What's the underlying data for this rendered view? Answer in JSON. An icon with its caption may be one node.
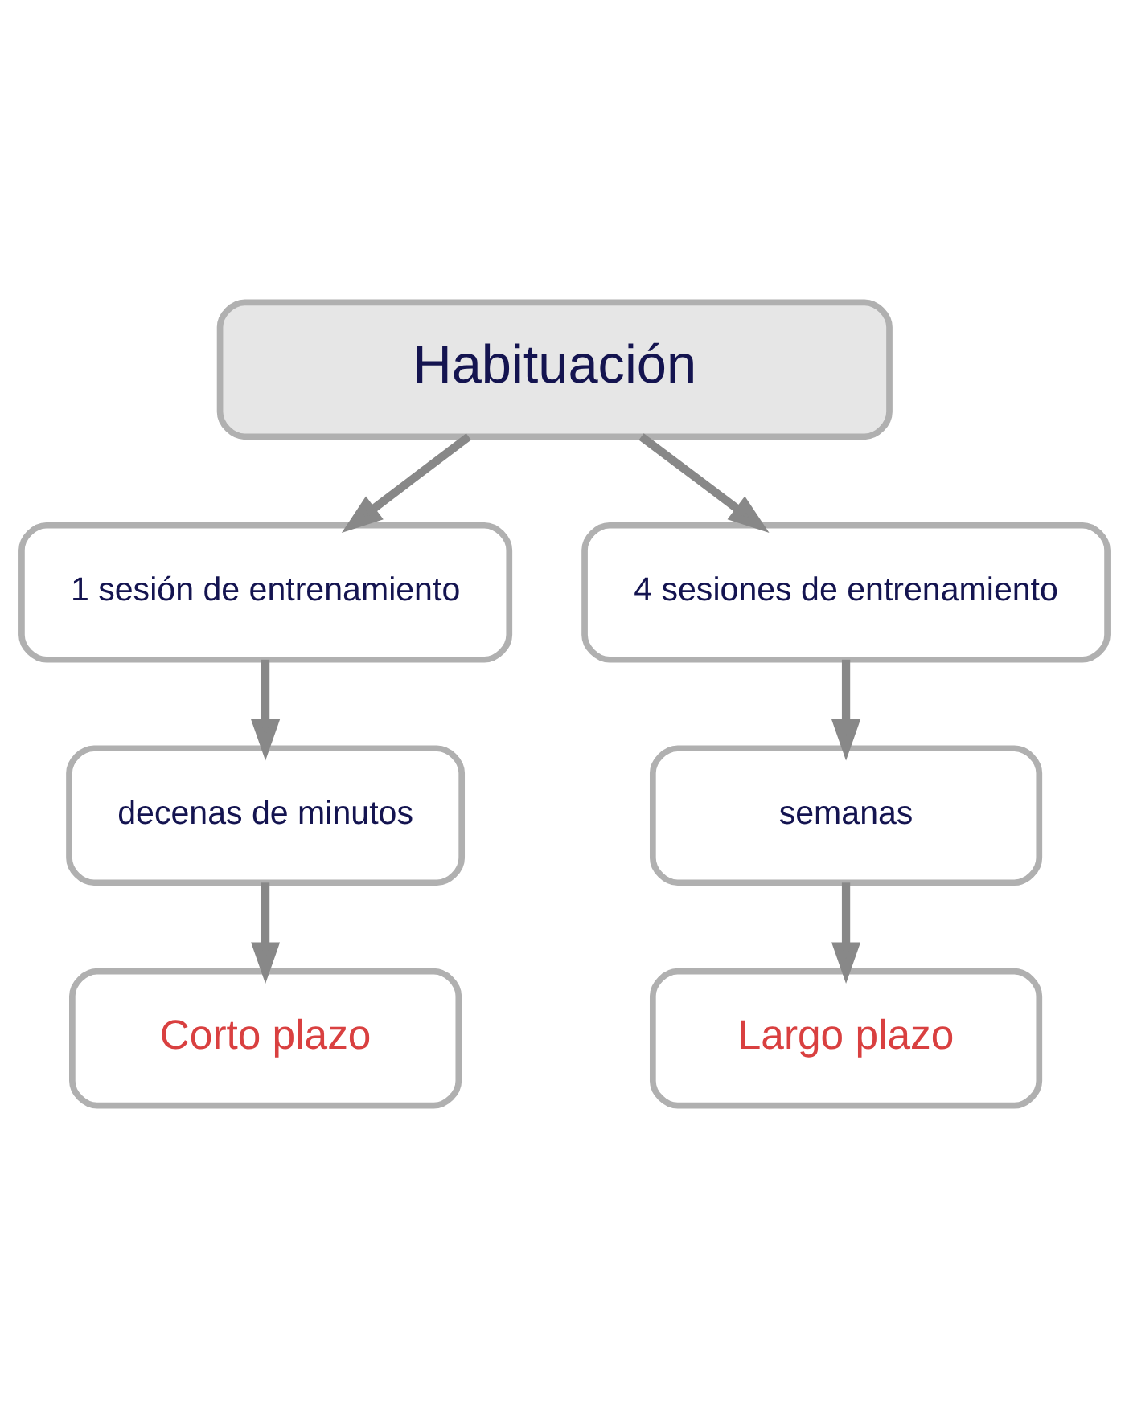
{
  "diagram": {
    "nodes": [
      {
        "text": [
          "Habituación"
        ]
      },
      {
        "text": [
          "1 sesión de entrenamiento"
        ]
      },
      {
        "text": [
          "4 sesiones de entrenamiento"
        ]
      },
      {
        "text": [
          "decenas de minutos"
        ]
      },
      {
        "text": [
          "semanas"
        ]
      },
      {
        "text": [
          "Corto plazo"
        ]
      },
      {
        "text": [
          "Largo plazo"
        ]
      }
    ],
    "edges": [
      {
        "from": 0,
        "to": 1,
        "arrow": "to"
      },
      {
        "from": 0,
        "to": 2,
        "arrow": "to"
      },
      {
        "from": 1,
        "to": 3,
        "arrow": "to"
      },
      {
        "from": 2,
        "to": 4,
        "arrow": "to"
      },
      {
        "from": 3,
        "to": 5,
        "arrow": "to"
      },
      {
        "from": 4,
        "to": 6,
        "arrow": "to"
      }
    ]
  }
}
